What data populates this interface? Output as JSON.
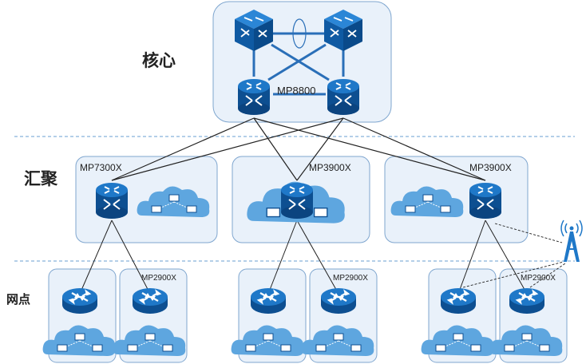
{
  "layers": {
    "core": "核心",
    "aggregation": "汇聚",
    "site": "网点"
  },
  "devices": {
    "core_switch": "MP8800",
    "agg_left": "MP7300X",
    "agg_mid": "MP3900X",
    "agg_right": "MP3900X",
    "site_1": "MP2900X",
    "site_2": "MP2900X",
    "site_3": "MP2900X"
  },
  "icons": [
    "router-icon",
    "core-switch-icon",
    "l3-switch-icon",
    "cloud-lan-icon",
    "wireless-tower-icon"
  ],
  "colors": {
    "panel_fill": "#e9f1fa",
    "panel_border": "#7fa6cf",
    "device_blue": "#1565b0",
    "link_line": "#333333",
    "divider": "#6a9fd0"
  }
}
